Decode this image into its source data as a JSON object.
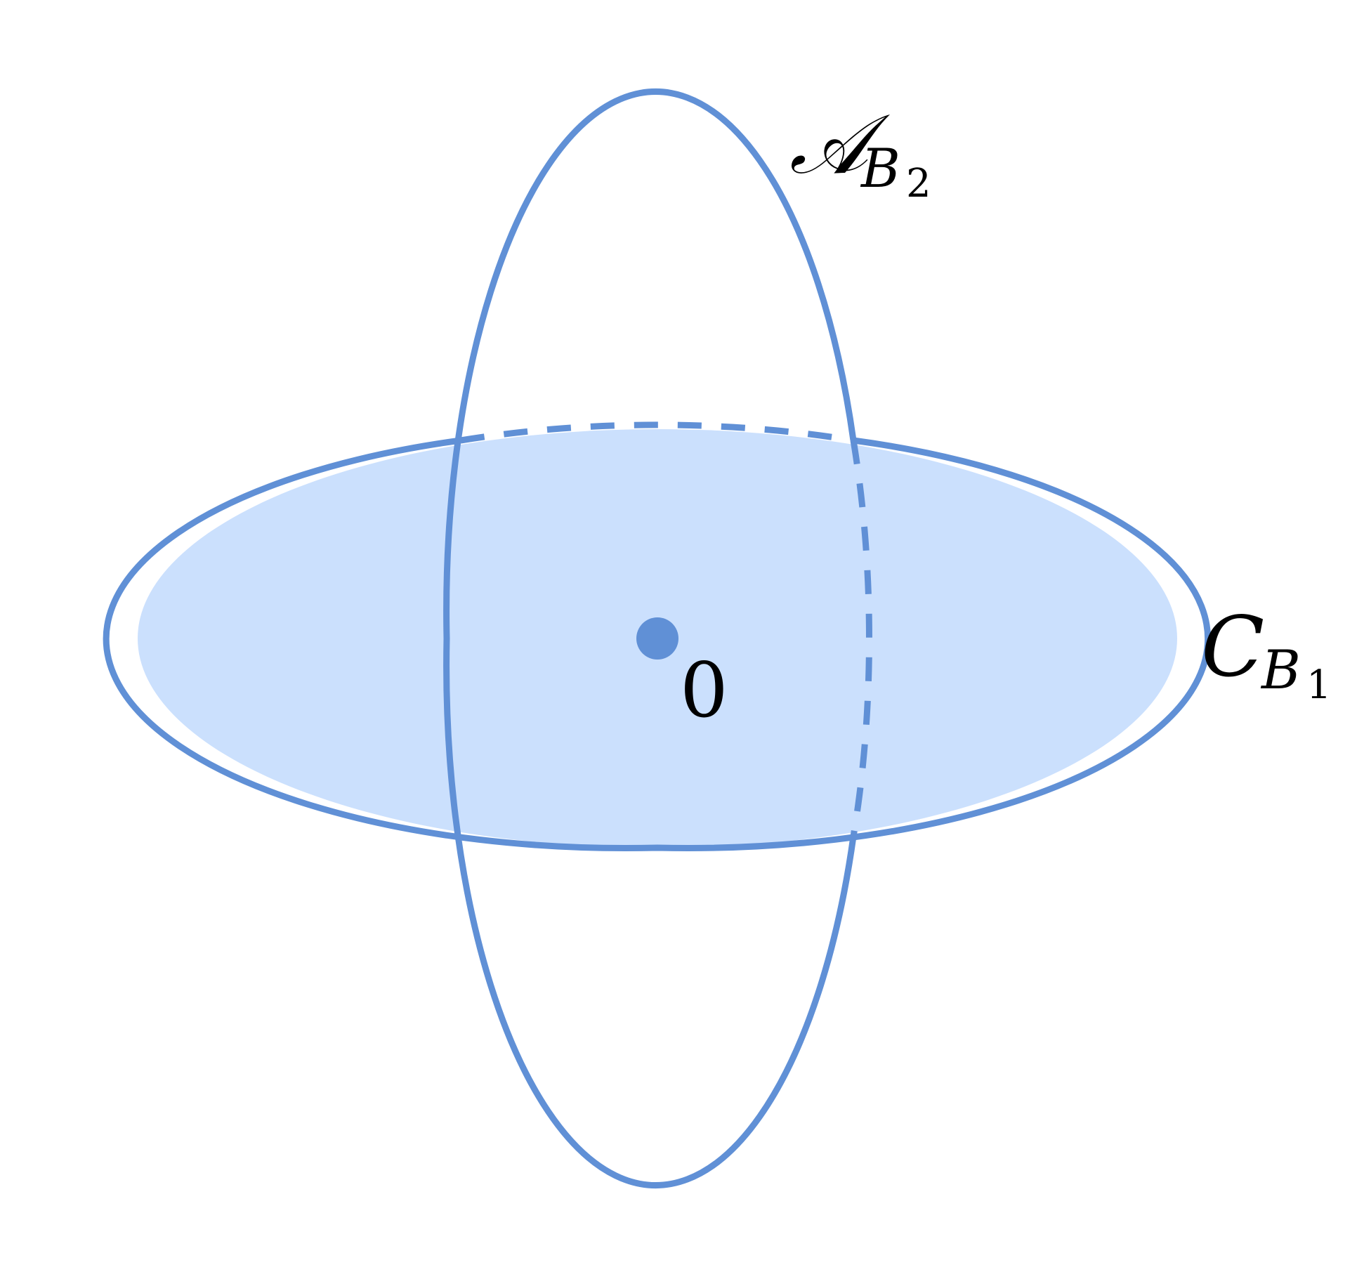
{
  "diagram": {
    "colors": {
      "stroke": "#6090d6",
      "fill": "#cbe0fd",
      "point": "#6090d6",
      "text": "#000000"
    },
    "origin": {
      "label": "0"
    },
    "vertical_ellipse": {
      "label_main": "𝒜",
      "label_sub_letter": "B",
      "label_sub_index": "2",
      "filled": false
    },
    "horizontal_ellipse": {
      "label_main": "C",
      "label_sub_letter": "B",
      "label_sub_index": "1",
      "filled": true
    }
  }
}
